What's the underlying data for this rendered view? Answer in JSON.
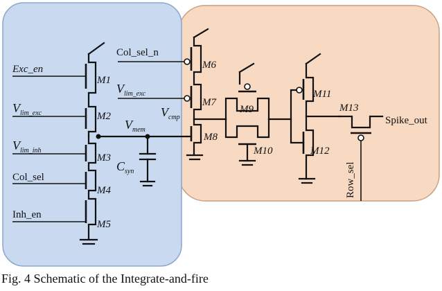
{
  "regions": {
    "left_fill": "#c9daf0",
    "left_stroke": "#8aa6cc",
    "right_fill": "#f8d9c2",
    "right_stroke": "#c79e82"
  },
  "labels": {
    "exc_en": "Exc_en",
    "v_lim_exc_left_main": "V",
    "v_lim_exc_left_sub": "lim_exc",
    "v_lim_inh_main": "V",
    "v_lim_inh_sub": "lim_inh",
    "col_sel": "Col_sel",
    "inh_en": "Inh_en",
    "col_sel_n": "Col_sel_n",
    "v_lim_exc_right_main": "V",
    "v_lim_exc_right_sub": "lim_exc",
    "v_mem_main": "V",
    "v_mem_sub": "mem",
    "v_cmp_main": "V",
    "v_cmp_sub": "cmp",
    "c_syn_main": "C",
    "c_syn_sub": "syn",
    "spike_out": "Spike_out",
    "row_sel": "Row_sel"
  },
  "transistors": {
    "m1": "M1",
    "m2": "M2",
    "m3": "M3",
    "m4": "M4",
    "m5": "M5",
    "m6": "M6",
    "m7": "M7",
    "m8": "M8",
    "m9": "M9",
    "m10": "M10",
    "m11": "M11",
    "m12": "M12",
    "m13": "M13"
  },
  "caption": "Fig. 4 Schematic of the Integrate-and-fire"
}
